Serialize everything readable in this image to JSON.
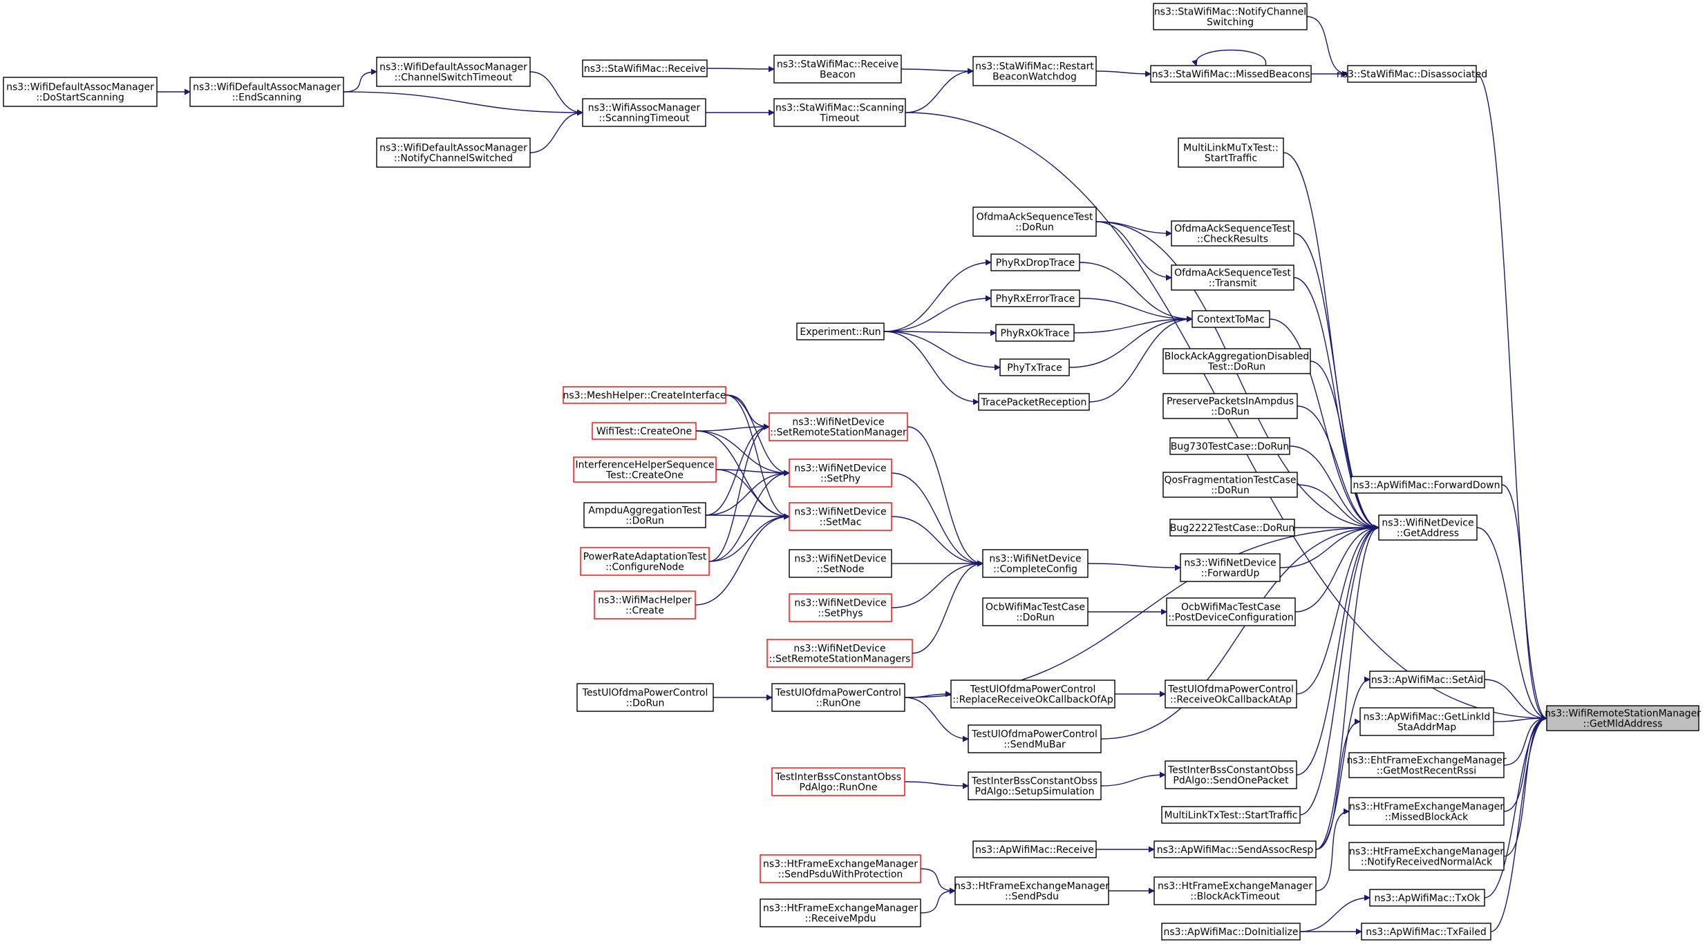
{
  "colors": {
    "edge": "#191970",
    "node_border": "#000000",
    "node_border_truncated": "#ff0000",
    "root_fill": "#bfbfbf",
    "node_fill": "#ffffff"
  },
  "nodes": [
    {
      "id": "root",
      "lines": [
        "ns3::WifiRemoteStationManager",
        "::GetMldAddress"
      ],
      "style": "root"
    },
    {
      "id": "getaddr",
      "lines": [
        "ns3::WifiNetDevice",
        "::GetAddress"
      ],
      "style": "normal"
    },
    {
      "id": "sta_notify_ch",
      "lines": [
        "ns3::StaWifiMac::NotifyChannel",
        "Switching"
      ],
      "style": "normal"
    },
    {
      "id": "sta_disassoc",
      "lines": [
        "ns3::StaWifiMac::Disassociated"
      ],
      "style": "normal"
    },
    {
      "id": "sta_missed",
      "lines": [
        "ns3::StaWifiMac::MissedBeacons"
      ],
      "style": "normal"
    },
    {
      "id": "sta_restart",
      "lines": [
        "ns3::StaWifiMac::Restart",
        "BeaconWatchdog"
      ],
      "style": "normal"
    },
    {
      "id": "sta_recv_beacon",
      "lines": [
        "ns3::StaWifiMac::Receive",
        "Beacon"
      ],
      "style": "normal"
    },
    {
      "id": "sta_receive",
      "lines": [
        "ns3::StaWifiMac::Receive"
      ],
      "style": "normal"
    },
    {
      "id": "sta_scan_to",
      "lines": [
        "ns3::StaWifiMac::Scanning",
        "Timeout"
      ],
      "style": "normal"
    },
    {
      "id": "assoc_scan_to",
      "lines": [
        "ns3::WifiAssocManager",
        "::ScanningTimeout"
      ],
      "style": "normal"
    },
    {
      "id": "def_chsw_to",
      "lines": [
        "ns3::WifiDefaultAssocManager",
        "::ChannelSwitchTimeout"
      ],
      "style": "normal"
    },
    {
      "id": "def_end_scan",
      "lines": [
        "ns3::WifiDefaultAssocManager",
        "::EndScanning"
      ],
      "style": "normal"
    },
    {
      "id": "def_start_scan",
      "lines": [
        "ns3::WifiDefaultAssocManager",
        "::DoStartScanning"
      ],
      "style": "normal"
    },
    {
      "id": "def_notify_ch",
      "lines": [
        "ns3::WifiDefaultAssocManager",
        "::NotifyChannelSwitched"
      ],
      "style": "normal"
    },
    {
      "id": "mlmu_start",
      "lines": [
        "MultiLinkMuTxTest::",
        "StartTraffic"
      ],
      "style": "normal"
    },
    {
      "id": "oas_dorun",
      "lines": [
        "OfdmaAckSequenceTest",
        "::DoRun"
      ],
      "style": "normal"
    },
    {
      "id": "oas_check",
      "lines": [
        "OfdmaAckSequenceTest",
        "::CheckResults"
      ],
      "style": "normal"
    },
    {
      "id": "oas_transmit",
      "lines": [
        "OfdmaAckSequenceTest",
        "::Transmit"
      ],
      "style": "normal"
    },
    {
      "id": "phy_drop",
      "lines": [
        "PhyRxDropTrace"
      ],
      "style": "normal"
    },
    {
      "id": "phy_err",
      "lines": [
        "PhyRxErrorTrace"
      ],
      "style": "normal"
    },
    {
      "id": "phy_ok",
      "lines": [
        "PhyRxOkTrace"
      ],
      "style": "normal"
    },
    {
      "id": "phy_tx",
      "lines": [
        "PhyTxTrace"
      ],
      "style": "normal"
    },
    {
      "id": "trace_pkt",
      "lines": [
        "TracePacketReception"
      ],
      "style": "normal"
    },
    {
      "id": "exp_run",
      "lines": [
        "Experiment::Run"
      ],
      "style": "normal"
    },
    {
      "id": "ctx_mac",
      "lines": [
        "ContextToMac"
      ],
      "style": "normal"
    },
    {
      "id": "ba_disabled",
      "lines": [
        "BlockAckAggregationDisabled",
        "Test::DoRun"
      ],
      "style": "normal"
    },
    {
      "id": "preserve",
      "lines": [
        "PreservePacketsInAmpdus",
        "::DoRun"
      ],
      "style": "normal"
    },
    {
      "id": "bug730",
      "lines": [
        "Bug730TestCase::DoRun"
      ],
      "style": "normal"
    },
    {
      "id": "qos_frag",
      "lines": [
        "QosFragmentationTestCase",
        "::DoRun"
      ],
      "style": "normal"
    },
    {
      "id": "bug2222",
      "lines": [
        "Bug2222TestCase::DoRun"
      ],
      "style": "normal"
    },
    {
      "id": "mesh_create",
      "lines": [
        "ns3::MeshHelper::CreateInterface"
      ],
      "style": "truncated"
    },
    {
      "id": "wifitest_create",
      "lines": [
        "WifiTest::CreateOne"
      ],
      "style": "truncated"
    },
    {
      "id": "ihs_create",
      "lines": [
        "InterferenceHelperSequence",
        "Test::CreateOne"
      ],
      "style": "truncated"
    },
    {
      "id": "ampdu_dorun",
      "lines": [
        "AmpduAggregationTest",
        "::DoRun"
      ],
      "style": "normal"
    },
    {
      "id": "prat_config",
      "lines": [
        "PowerRateAdaptationTest",
        "::ConfigureNode"
      ],
      "style": "truncated"
    },
    {
      "id": "machelper_create",
      "lines": [
        "ns3::WifiMacHelper",
        "::Create"
      ],
      "style": "truncated"
    },
    {
      "id": "nd_set_rsm",
      "lines": [
        "ns3::WifiNetDevice",
        "::SetRemoteStationManager"
      ],
      "style": "truncated"
    },
    {
      "id": "nd_set_phy",
      "lines": [
        "ns3::WifiNetDevice",
        "::SetPhy"
      ],
      "style": "truncated"
    },
    {
      "id": "nd_set_mac",
      "lines": [
        "ns3::WifiNetDevice",
        "::SetMac"
      ],
      "style": "truncated"
    },
    {
      "id": "nd_set_node",
      "lines": [
        "ns3::WifiNetDevice",
        "::SetNode"
      ],
      "style": "normal"
    },
    {
      "id": "nd_set_phys",
      "lines": [
        "ns3::WifiNetDevice",
        "::SetPhys"
      ],
      "style": "truncated"
    },
    {
      "id": "nd_set_rsms",
      "lines": [
        "ns3::WifiNetDevice",
        "::SetRemoteStationManagers"
      ],
      "style": "truncated"
    },
    {
      "id": "nd_complete",
      "lines": [
        "ns3::WifiNetDevice",
        "::CompleteConfig"
      ],
      "style": "normal"
    },
    {
      "id": "nd_fwd_up",
      "lines": [
        "ns3::WifiNetDevice",
        "::ForwardUp"
      ],
      "style": "normal"
    },
    {
      "id": "ocb_dorun",
      "lines": [
        "OcbWifiMacTestCase",
        "::DoRun"
      ],
      "style": "normal"
    },
    {
      "id": "ocb_post",
      "lines": [
        "OcbWifiMacTestCase",
        "::PostDeviceConfiguration"
      ],
      "style": "normal"
    },
    {
      "id": "tul_dorun",
      "lines": [
        "TestUlOfdmaPowerControl",
        "::DoRun"
      ],
      "style": "normal"
    },
    {
      "id": "tul_runone",
      "lines": [
        "TestUlOfdmaPowerControl",
        "::RunOne"
      ],
      "style": "normal"
    },
    {
      "id": "tul_replace",
      "lines": [
        "TestUlOfdmaPowerControl",
        "::ReplaceReceiveOkCallbackOfAp"
      ],
      "style": "normal"
    },
    {
      "id": "tul_recv_ok",
      "lines": [
        "TestUlOfdmaPowerControl",
        "::ReceiveOkCallbackAtAp"
      ],
      "style": "normal"
    },
    {
      "id": "tul_send_mubar",
      "lines": [
        "TestUlOfdmaPowerControl",
        "::SendMuBar"
      ],
      "style": "normal"
    },
    {
      "id": "tib_runone",
      "lines": [
        "TestInterBssConstantObss",
        "PdAlgo::RunOne"
      ],
      "style": "truncated"
    },
    {
      "id": "tib_setup",
      "lines": [
        "TestInterBssConstantObss",
        "PdAlgo::SetupSimulation"
      ],
      "style": "normal"
    },
    {
      "id": "tib_send",
      "lines": [
        "TestInterBssConstantObss",
        "PdAlgo::SendOnePacket"
      ],
      "style": "normal"
    },
    {
      "id": "mltx_start",
      "lines": [
        "MultiLinkTxTest::StartTraffic"
      ],
      "style": "normal"
    },
    {
      "id": "ap_receive",
      "lines": [
        "ns3::ApWifiMac::Receive"
      ],
      "style": "normal"
    },
    {
      "id": "ap_send_assoc",
      "lines": [
        "ns3::ApWifiMac::SendAssocResp"
      ],
      "style": "normal"
    },
    {
      "id": "ht_send_prot",
      "lines": [
        "ns3::HtFrameExchangeManager",
        "::SendPsduWithProtection"
      ],
      "style": "truncated"
    },
    {
      "id": "ht_recv_mpdu",
      "lines": [
        "ns3::HtFrameExchangeManager",
        "::ReceiveMpdu"
      ],
      "style": "normal"
    },
    {
      "id": "ht_send_psdu",
      "lines": [
        "ns3::HtFrameExchangeManager",
        "::SendPsdu"
      ],
      "style": "normal"
    },
    {
      "id": "ht_ba_timeout",
      "lines": [
        "ns3::HtFrameExchangeManager",
        "::BlockAckTimeout"
      ],
      "style": "normal"
    },
    {
      "id": "ap_doinit",
      "lines": [
        "ns3::ApWifiMac::DoInitialize"
      ],
      "style": "normal"
    },
    {
      "id": "ap_fwd_down",
      "lines": [
        "ns3::ApWifiMac::ForwardDown"
      ],
      "style": "normal"
    },
    {
      "id": "ap_set_aid",
      "lines": [
        "ns3::ApWifiMac::SetAid"
      ],
      "style": "normal"
    },
    {
      "id": "ap_get_link",
      "lines": [
        "ns3::ApWifiMac::GetLinkId",
        "StaAddrMap"
      ],
      "style": "normal"
    },
    {
      "id": "eht_rssi",
      "lines": [
        "ns3::EhtFrameExchangeManager",
        "::GetMostRecentRssi"
      ],
      "style": "normal"
    },
    {
      "id": "ht_missed_ba",
      "lines": [
        "ns3::HtFrameExchangeManager",
        "::MissedBlockAck"
      ],
      "style": "normal"
    },
    {
      "id": "ht_notify_ack",
      "lines": [
        "ns3::HtFrameExchangeManager",
        "::NotifyReceivedNormalAck"
      ],
      "style": "normal"
    },
    {
      "id": "ap_txok",
      "lines": [
        "ns3::ApWifiMac::TxOk"
      ],
      "style": "normal"
    },
    {
      "id": "ap_txfailed",
      "lines": [
        "ns3::ApWifiMac::TxFailed"
      ],
      "style": "normal"
    }
  ],
  "edges": [
    [
      "getaddr",
      "root"
    ],
    [
      "sta_disassoc",
      "root"
    ],
    [
      "sta_scan_to",
      "root"
    ],
    [
      "ap_fwd_down",
      "root"
    ],
    [
      "ap_set_aid",
      "root"
    ],
    [
      "ap_get_link",
      "root"
    ],
    [
      "eht_rssi",
      "root"
    ],
    [
      "ht_missed_ba",
      "root"
    ],
    [
      "ht_notify_ack",
      "root"
    ],
    [
      "ap_txok",
      "root"
    ],
    [
      "ap_txfailed",
      "root"
    ],
    [
      "sta_notify_ch",
      "sta_disassoc"
    ],
    [
      "sta_missed",
      "sta_disassoc"
    ],
    [
      "sta_missed",
      "sta_missed"
    ],
    [
      "sta_restart",
      "sta_missed"
    ],
    [
      "sta_recv_beacon",
      "sta_restart"
    ],
    [
      "sta_scan_to",
      "sta_restart"
    ],
    [
      "sta_receive",
      "sta_recv_beacon"
    ],
    [
      "assoc_scan_to",
      "sta_scan_to"
    ],
    [
      "def_chsw_to",
      "assoc_scan_to"
    ],
    [
      "def_end_scan",
      "assoc_scan_to"
    ],
    [
      "def_notify_ch",
      "assoc_scan_to"
    ],
    [
      "def_end_scan",
      "def_chsw_to"
    ],
    [
      "def_start_scan",
      "def_end_scan"
    ],
    [
      "mlmu_start",
      "getaddr"
    ],
    [
      "oas_dorun",
      "getaddr"
    ],
    [
      "oas_check",
      "getaddr"
    ],
    [
      "oas_transmit",
      "getaddr"
    ],
    [
      "ctx_mac",
      "getaddr"
    ],
    [
      "ba_disabled",
      "getaddr"
    ],
    [
      "preserve",
      "getaddr"
    ],
    [
      "bug730",
      "getaddr"
    ],
    [
      "qos_frag",
      "getaddr"
    ],
    [
      "bug2222",
      "getaddr"
    ],
    [
      "nd_fwd_up",
      "getaddr"
    ],
    [
      "ocb_post",
      "getaddr"
    ],
    [
      "tul_recv_ok",
      "getaddr"
    ],
    [
      "tul_runone",
      "getaddr"
    ],
    [
      "tul_send_mubar",
      "getaddr"
    ],
    [
      "tib_send",
      "getaddr"
    ],
    [
      "mltx_start",
      "getaddr"
    ],
    [
      "ap_send_assoc",
      "getaddr"
    ],
    [
      "oas_dorun",
      "oas_check"
    ],
    [
      "oas_dorun",
      "oas_transmit"
    ],
    [
      "phy_drop",
      "ctx_mac"
    ],
    [
      "phy_err",
      "ctx_mac"
    ],
    [
      "phy_ok",
      "ctx_mac"
    ],
    [
      "phy_tx",
      "ctx_mac"
    ],
    [
      "trace_pkt",
      "ctx_mac"
    ],
    [
      "exp_run",
      "phy_drop"
    ],
    [
      "exp_run",
      "phy_err"
    ],
    [
      "exp_run",
      "phy_ok"
    ],
    [
      "exp_run",
      "phy_tx"
    ],
    [
      "exp_run",
      "trace_pkt"
    ],
    [
      "mesh_create",
      "nd_set_rsm"
    ],
    [
      "mesh_create",
      "nd_set_phy"
    ],
    [
      "mesh_create",
      "nd_set_mac"
    ],
    [
      "wifitest_create",
      "nd_set_rsm"
    ],
    [
      "wifitest_create",
      "nd_set_phy"
    ],
    [
      "wifitest_create",
      "nd_set_mac"
    ],
    [
      "ihs_create",
      "nd_set_phy"
    ],
    [
      "ihs_create",
      "nd_set_mac"
    ],
    [
      "ampdu_dorun",
      "nd_set_rsm"
    ],
    [
      "ampdu_dorun",
      "nd_set_phy"
    ],
    [
      "ampdu_dorun",
      "nd_set_mac"
    ],
    [
      "prat_config",
      "nd_set_rsm"
    ],
    [
      "prat_config",
      "nd_set_phy"
    ],
    [
      "prat_config",
      "nd_set_mac"
    ],
    [
      "machelper_create",
      "nd_set_mac"
    ],
    [
      "nd_set_rsm",
      "nd_complete"
    ],
    [
      "nd_set_phy",
      "nd_complete"
    ],
    [
      "nd_set_mac",
      "nd_complete"
    ],
    [
      "nd_set_node",
      "nd_complete"
    ],
    [
      "nd_set_phys",
      "nd_complete"
    ],
    [
      "nd_set_rsms",
      "nd_complete"
    ],
    [
      "nd_complete",
      "nd_fwd_up"
    ],
    [
      "ocb_dorun",
      "ocb_post"
    ],
    [
      "tul_dorun",
      "tul_runone"
    ],
    [
      "tul_runone",
      "tul_replace"
    ],
    [
      "tul_runone",
      "tul_send_mubar"
    ],
    [
      "tul_replace",
      "tul_recv_ok"
    ],
    [
      "tib_runone",
      "tib_setup"
    ],
    [
      "tib_setup",
      "tib_send"
    ],
    [
      "ap_receive",
      "ap_send_assoc"
    ],
    [
      "ap_send_assoc",
      "ap_set_aid"
    ],
    [
      "ap_send_assoc",
      "ap_get_link"
    ],
    [
      "ht_send_prot",
      "ht_send_psdu"
    ],
    [
      "ht_recv_mpdu",
      "ht_send_psdu"
    ],
    [
      "ht_send_psdu",
      "ht_ba_timeout"
    ],
    [
      "ht_ba_timeout",
      "ht_missed_ba"
    ],
    [
      "ap_doinit",
      "ap_txok"
    ],
    [
      "ap_doinit",
      "ap_txfailed"
    ]
  ]
}
